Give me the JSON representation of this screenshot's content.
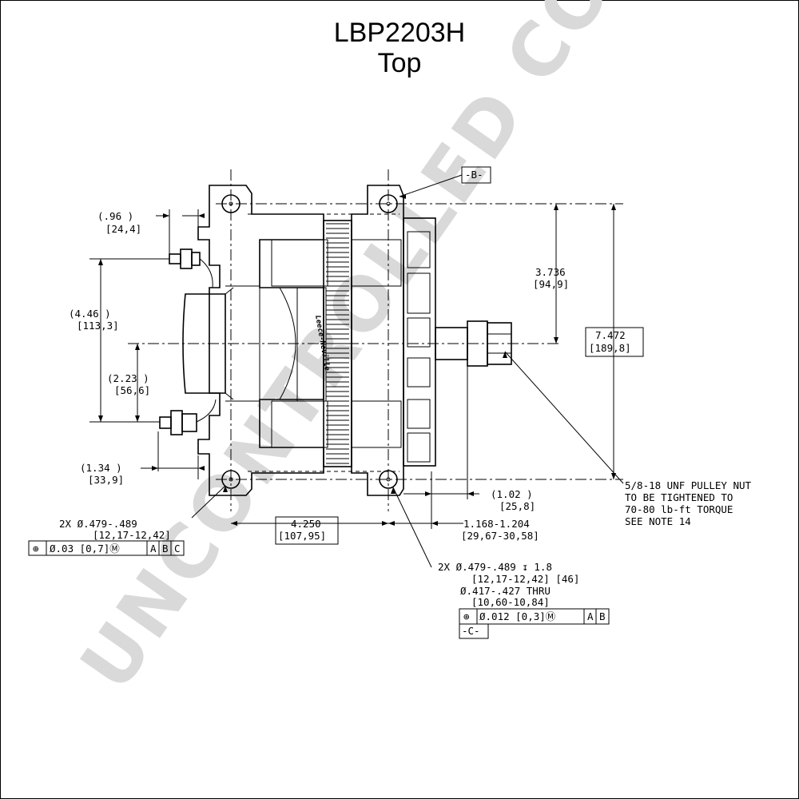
{
  "title": {
    "part_number": "LBP2203H",
    "view": "Top"
  },
  "watermark": "UNCONTROLLED COPY",
  "datums": {
    "b": "-B-",
    "c": "-C-"
  },
  "dimensions": {
    "d096": {
      "in": "(.96   )",
      "mm": "[24,4]"
    },
    "d446": {
      "in": "(4.46   )",
      "mm": "[113,3]"
    },
    "d223": {
      "in": "(2.23  )",
      "mm": "[56,6]"
    },
    "d134": {
      "in": "(1.34   )",
      "mm": "[33,9]"
    },
    "d3736": {
      "in": "3.736",
      "mm": "[94,9]"
    },
    "d7472": {
      "in": "7.472",
      "mm": "[189,8]"
    },
    "d4250": {
      "in": "4.250",
      "mm": "[107,95]"
    },
    "d102": {
      "in": "(1.02   )",
      "mm": "[25,8]"
    },
    "d1168": {
      "in": "1.168-1.204",
      "mm": "[29,67-30,58]"
    }
  },
  "pulley_note": {
    "line1": "5/8-18 UNF PULLEY NUT",
    "line2": "TO BE TIGHTENED TO",
    "line3": "70-80 lb-ft TORQUE",
    "line4": "SEE NOTE 14"
  },
  "holes_left": {
    "line1": "2X Ø.479-.489",
    "line2": "[12,17-12,42]",
    "fcf": [
      "⊕",
      "Ø.03 [0,7]Ⓜ",
      "A",
      "B",
      "C"
    ]
  },
  "holes_right": {
    "line1": "2X Ø.479-.489      ↧ 1.8",
    "line2": "[12,17-12,42]  [46]",
    "line3": "Ø.417-.427       THRU",
    "line4": "[10,60-10,84]",
    "fcf": [
      "⊕",
      "Ø.012 [0,3]Ⓜ",
      "A",
      "B"
    ]
  },
  "logo_text": "Leece-Neville"
}
